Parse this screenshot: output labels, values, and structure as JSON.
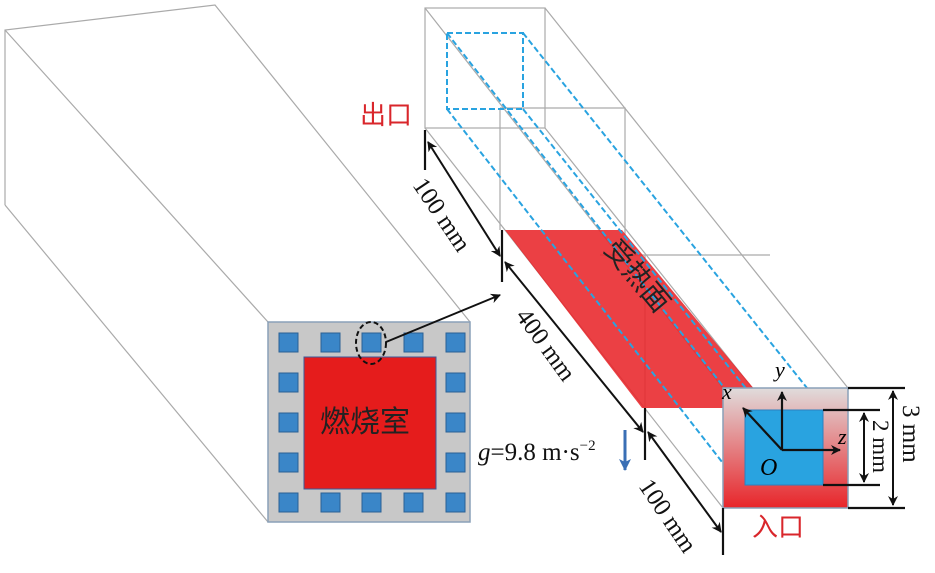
{
  "labels": {
    "outlet": "出口",
    "inlet": "入口",
    "heated_surface": "受热面",
    "combustion_chamber": "燃烧室",
    "gravity_prefix": "g",
    "gravity_value": "=9.8 m·s",
    "gravity_exp": "−2",
    "dim_outlet_len": "100 mm",
    "dim_heated_len": "400 mm",
    "dim_inlet_len": "100 mm",
    "dim_inner": "2 mm",
    "dim_outer": "3 mm",
    "axis_x": "x",
    "axis_y": "y",
    "axis_z": "z",
    "origin": "O"
  },
  "colors": {
    "red": "#e8252a",
    "blue": "#29a3e0",
    "channel_blue": "#3a86c8",
    "gravity_arrow": "#3a6fb5",
    "label_red": "#d9262b"
  }
}
